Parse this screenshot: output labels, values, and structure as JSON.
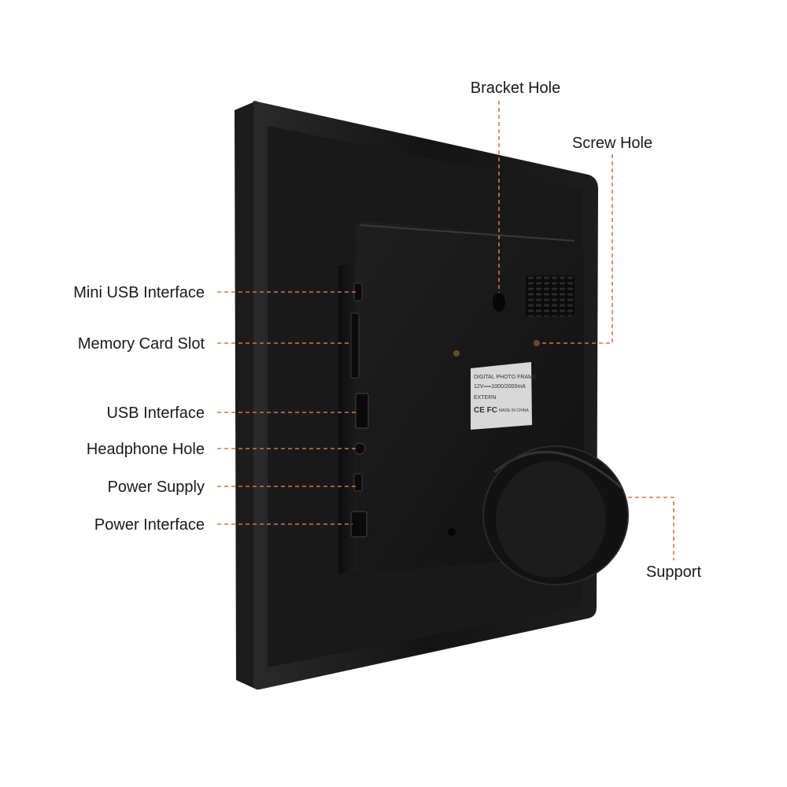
{
  "labels": {
    "bracket_hole": "Bracket Hole",
    "screw_hole": "Screw Hole",
    "mini_usb": "Mini USB Interface",
    "memory_card": "Memory Card Slot",
    "usb": "USB Interface",
    "headphone": "Headphone Hole",
    "power_supply": "Power Supply",
    "power_interface": "Power Interface",
    "support": "Support"
  },
  "sticker": {
    "line1": "DIGITAL PHOTO FRAME",
    "line2": "12V══1000/2000mA",
    "line3": "EXTERN",
    "line4": "CE FC",
    "line5": "MADE IN CHINA"
  },
  "colors": {
    "leader": "#e0704a",
    "frame": "#151515",
    "text": "#1a1a1a"
  }
}
